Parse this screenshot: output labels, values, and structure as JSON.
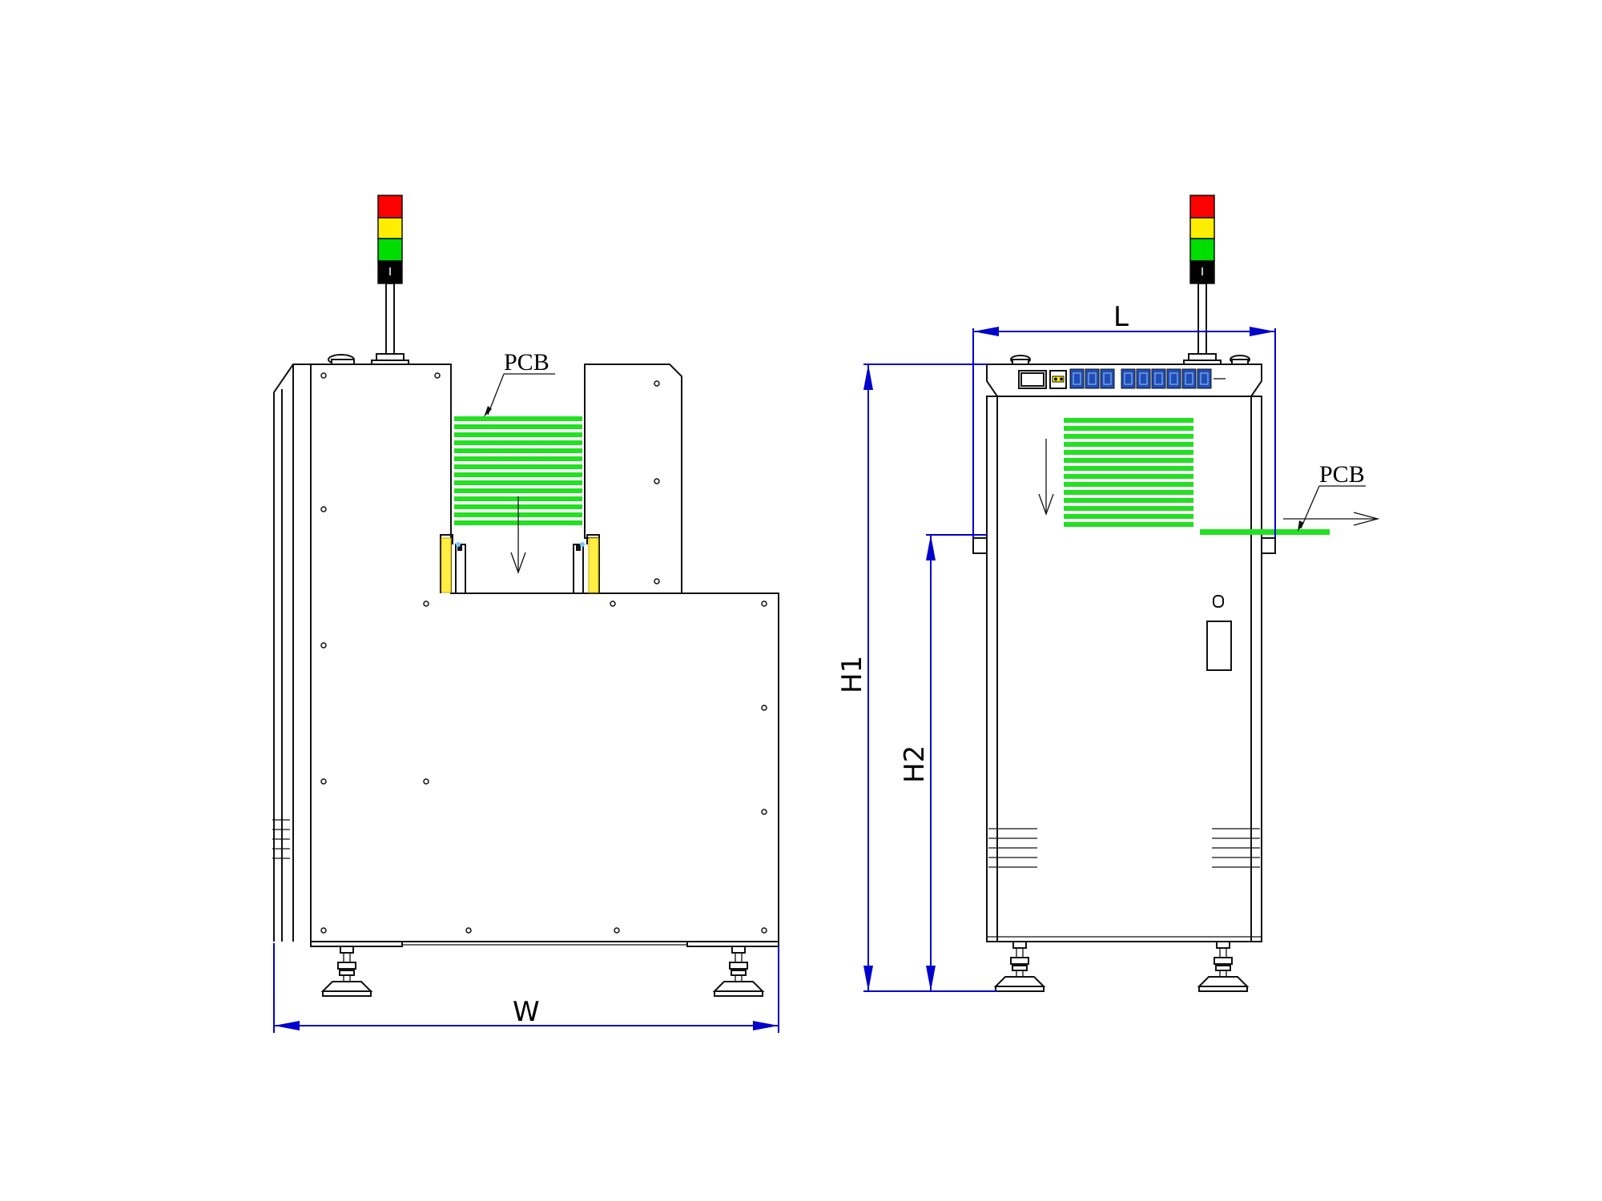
{
  "labels": {
    "pcb_side": "PCB",
    "pcb_front": "PCB",
    "dim_w": "W",
    "dim_l": "L",
    "dim_h1": "H1",
    "dim_h2": "H2"
  },
  "colors": {
    "pcb_green": "#22e022",
    "dimension_blue": "#0000cc",
    "lamp_red": "#ff0000",
    "lamp_yellow": "#ffee00",
    "lamp_green": "#00dd00",
    "lamp_black": "#000000",
    "control_blue": "#1f4fb5",
    "clamp_yellow": "#ffee44"
  },
  "views": [
    "side-view",
    "front-view"
  ]
}
